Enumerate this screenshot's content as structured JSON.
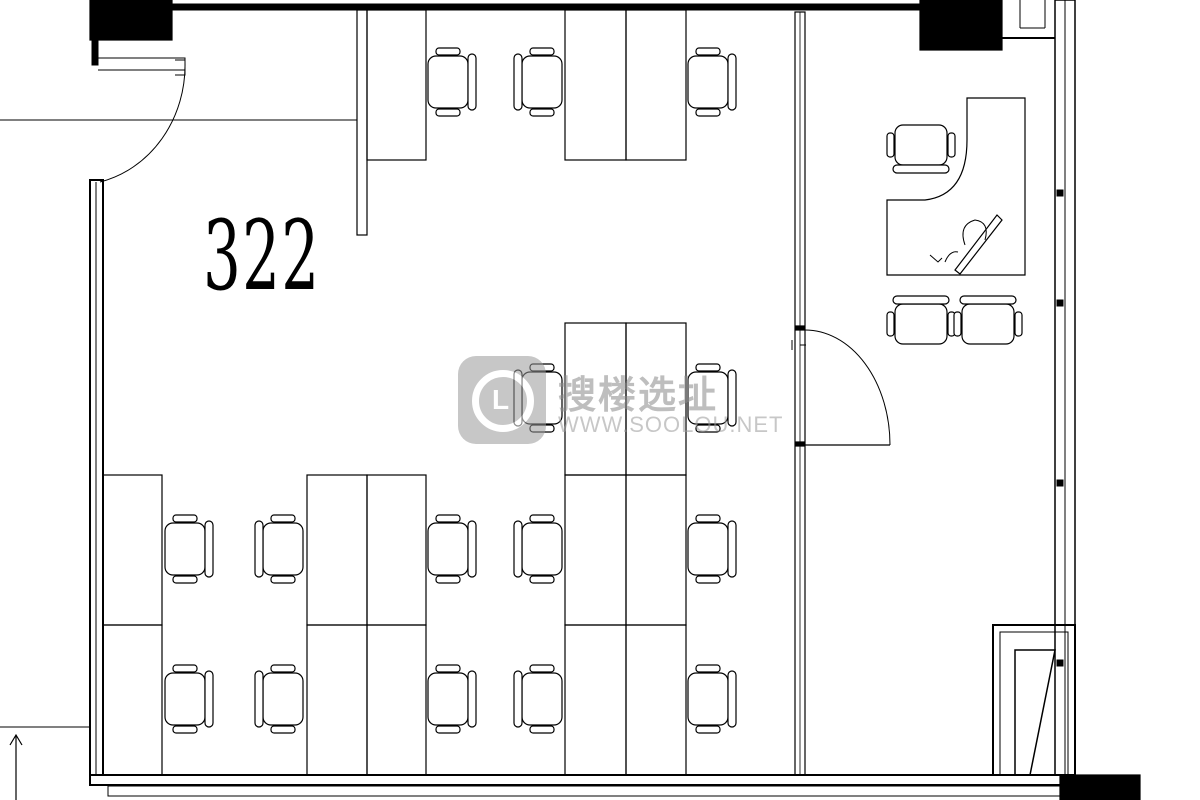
{
  "plan": {
    "room_number": "322",
    "watermark_cn": "搜楼选址",
    "watermark_url": "WWW.SOOLOU.NET",
    "watermark_logo": "L",
    "line_color": "#000000",
    "watermark_color": "#9a9a9a"
  }
}
